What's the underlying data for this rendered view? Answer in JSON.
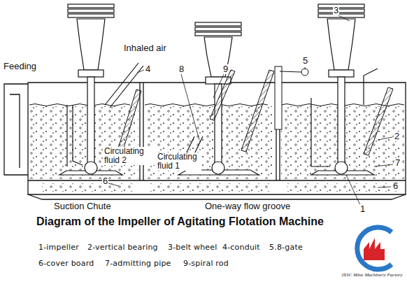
{
  "diagram": {
    "title": "Diagram of the Impeller of Agitating Flotation Machine",
    "labels": [
      "Inhaled air",
      "Feeding",
      "Circulating fluid 2",
      "Circulating fluid 1",
      "Suction Chute",
      "One-way flow groove",
      "3",
      "4",
      "5",
      "9",
      "8",
      "2",
      "7",
      "6",
      "6",
      "1",
      "1-impeller",
      "2-vertical bearing",
      "3-belt wheel",
      "4-conduit",
      "5.8-gate",
      "6-cover board",
      "7-admitting pipe",
      "9-spiral rod",
      "JXSC Mine Machinery Factory"
    ]
  }
}
